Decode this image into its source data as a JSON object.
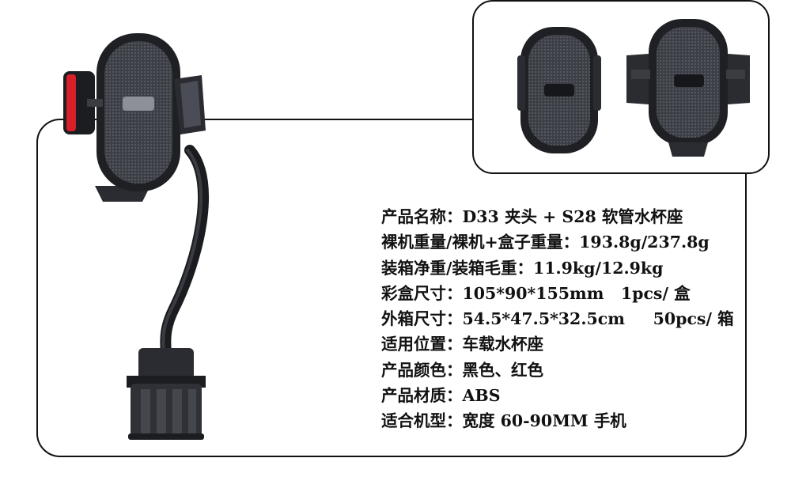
{
  "colors": {
    "frame": "#111111",
    "text": "#111111",
    "product_dark": "#2a2c31",
    "product_mid": "#4a4d55",
    "accent_red": "#d8202a"
  },
  "specs": [
    {
      "label": "产品名称：",
      "value": "D33 夹头 + S28 软管水杯座"
    },
    {
      "label": "裸机重量/裸机+盒子重量：",
      "value": "193.8g/237.8g"
    },
    {
      "label": "装箱净重/装箱毛重：",
      "value": "11.9kg/12.9kg"
    },
    {
      "label": "彩盒尺寸：",
      "value": "105*90*155mm   1pcs/ 盒"
    },
    {
      "label": "外箱尺寸：",
      "value": "54.5*47.5*32.5cm     50pcs/ 箱"
    },
    {
      "label": "适用位置：",
      "value": "车载水杯座"
    },
    {
      "label": "产品颜色：",
      "value": "黑色、红色"
    },
    {
      "label": "产品材质：",
      "value": "ABS"
    },
    {
      "label": "适合机型：",
      "value": "宽度 60-90MM 手机"
    }
  ]
}
